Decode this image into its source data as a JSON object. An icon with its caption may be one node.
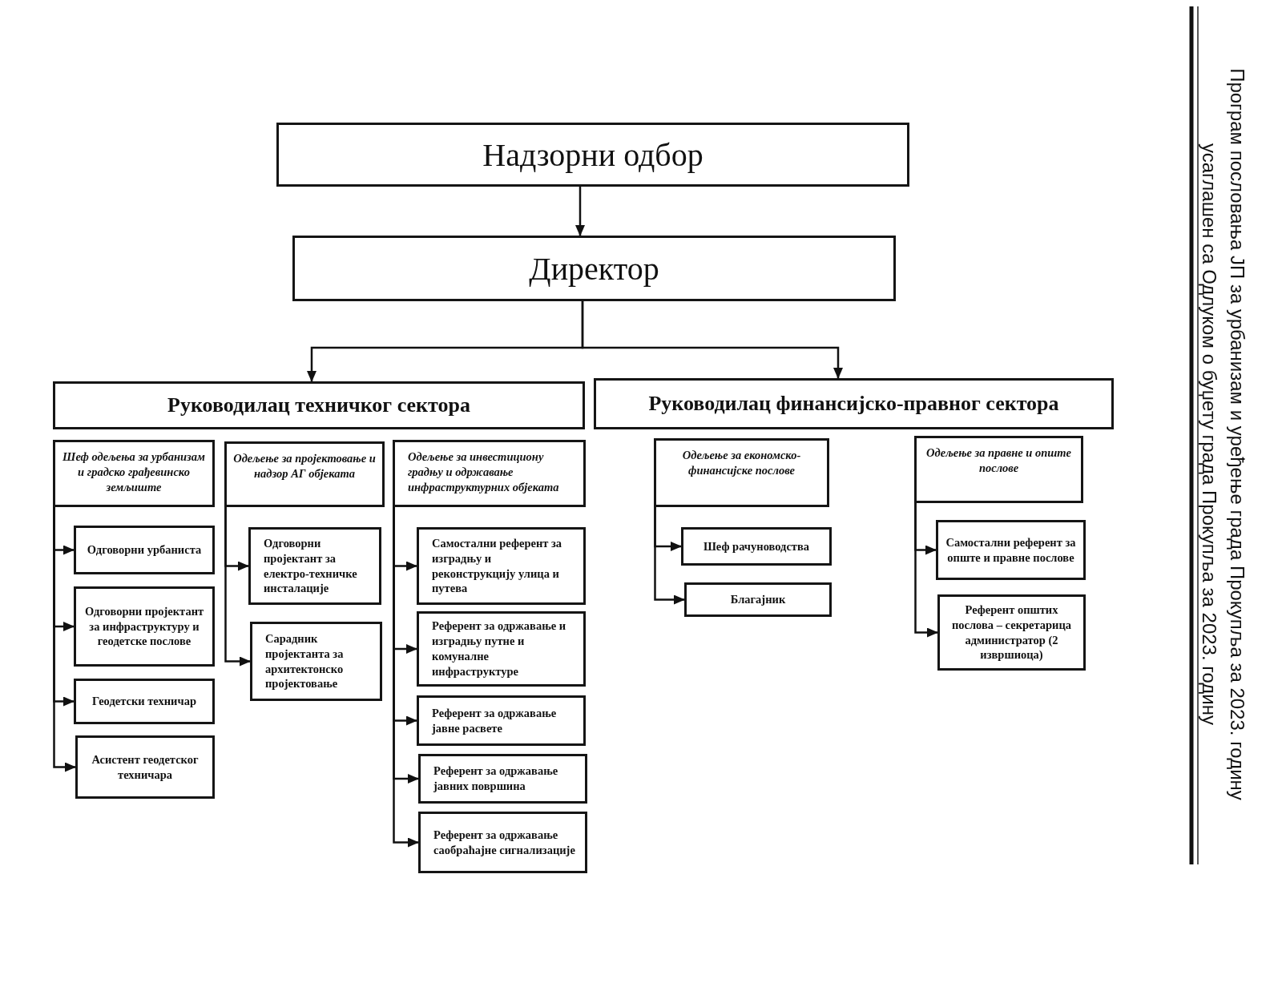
{
  "diagram": {
    "nodes": [
      {
        "text": [
          "Надзорни одбор"
        ]
      },
      {
        "text": [
          "Директор"
        ]
      },
      {
        "text": [
          "Руководилац техничког сектора"
        ]
      },
      {
        "text": [
          "Руководилац финансијско-правног сектора"
        ]
      },
      {
        "text": [
          "Шеф одељења за урбанизам и градско грађевинско земљиште"
        ]
      },
      {
        "text": [
          "Одговорни урбаниста"
        ]
      },
      {
        "text": [
          "Одговорни пројектант за инфраструктуру и геодетске послове"
        ]
      },
      {
        "text": [
          "Геодетски техничар"
        ]
      },
      {
        "text": [
          "Асистент геодетског техничара"
        ]
      },
      {
        "text": [
          "Одељење за пројектовање и надзор АГ објеката"
        ]
      },
      {
        "text": [
          "Одговорни пројектант за електро-техничке инсталације"
        ]
      },
      {
        "text": [
          "Сарадник пројектанта за архитектонско пројектовање"
        ]
      },
      {
        "text": [
          "Одељење за инвестициону градњу и одржавање инфраструктурних објеката"
        ]
      },
      {
        "text": [
          "Самостални референт за изградњу и реконструкцију улица и путева"
        ]
      },
      {
        "text": [
          "Референт за одржавање и изградњу путне и комуналне инфраструктуре"
        ]
      },
      {
        "text": [
          "Референт за одржавање јавне расвете"
        ]
      },
      {
        "text": [
          "Референт за одржавање јавних површина"
        ]
      },
      {
        "text": [
          "Референт за одржавање саобраћајне сигнализације"
        ]
      },
      {
        "text": [
          "Одељење за економско-финансијске послове"
        ]
      },
      {
        "text": [
          "Шеф рачуноводства"
        ]
      },
      {
        "text": [
          "Благајник"
        ]
      },
      {
        "text": [
          "Одељење за правне и опште послове"
        ]
      },
      {
        "text": [
          "Самостални референт за опште и правне послове"
        ]
      },
      {
        "text": [
          "Референт општих послова – секретарица администратор (2 извршиоца)"
        ]
      }
    ],
    "edges": [
      {
        "from": 0,
        "to": 1,
        "arrow": "to"
      },
      {
        "from": 1,
        "to": 2,
        "arrow": "to"
      },
      {
        "from": 1,
        "to": 3,
        "arrow": "to"
      },
      {
        "from": 4,
        "to": 5,
        "arrow": "to"
      },
      {
        "from": 4,
        "to": 6,
        "arrow": "to"
      },
      {
        "from": 4,
        "to": 7,
        "arrow": "to"
      },
      {
        "from": 4,
        "to": 8,
        "arrow": "to"
      },
      {
        "from": 9,
        "to": 10,
        "arrow": "to"
      },
      {
        "from": 9,
        "to": 11,
        "arrow": "to"
      },
      {
        "from": 12,
        "to": 13,
        "arrow": "to"
      },
      {
        "from": 12,
        "to": 14,
        "arrow": "to"
      },
      {
        "from": 12,
        "to": 15,
        "arrow": "to"
      },
      {
        "from": 12,
        "to": 16,
        "arrow": "to"
      },
      {
        "from": 12,
        "to": 17,
        "arrow": "to"
      },
      {
        "from": 18,
        "to": 19,
        "arrow": "to"
      },
      {
        "from": 18,
        "to": 20,
        "arrow": "to"
      },
      {
        "from": 21,
        "to": 22,
        "arrow": "to"
      },
      {
        "from": 21,
        "to": 23,
        "arrow": "to"
      }
    ],
    "labels": [
      "Програм пословања ЈП за урбанизам и уређење града Прокупља за 2023. годину усаглашен са Одлуком о буџету града Прокупља за 2023. годину"
    ]
  }
}
